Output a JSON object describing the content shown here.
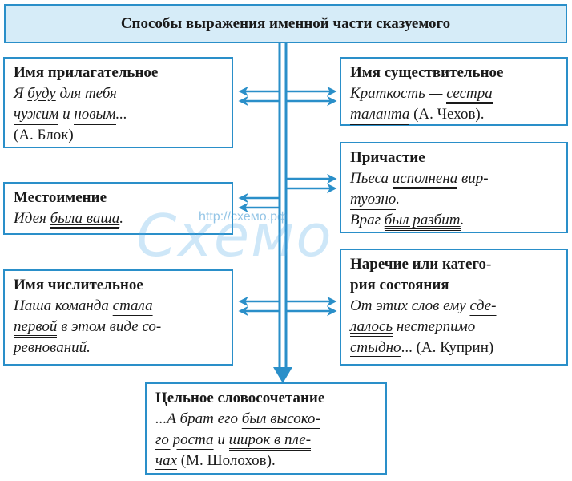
{
  "title": "Способы выражения именной части сказуемого",
  "watermark": {
    "text": "Схемо",
    "url": "http://схемо.рф"
  },
  "colors": {
    "border": "#2a8fc9",
    "header_fill": "#d6ecf8",
    "arrow": "#2a8fc9"
  },
  "boxes": {
    "adjective": {
      "heading": "Имя прилагательное",
      "l1a": "Я ",
      "l1b": "буду",
      "l1c": " для тебя",
      "l2a": "чужим",
      "l2b": " и ",
      "l2c": "новым",
      "l2d": "...",
      "l3": "(А. Блок)"
    },
    "pronoun": {
      "heading": "Местоимение",
      "l1a": "Идея ",
      "l1b": "была ваша",
      "l1c": "."
    },
    "numeral": {
      "heading": "Имя числительное",
      "l1a": "Наша команда ",
      "l1b": "стала",
      "l2a": "первой",
      "l2b": " в этом виде со-",
      "l3": "ревнований."
    },
    "noun": {
      "heading": "Имя существительное",
      "l1a": "Краткость — ",
      "l1b": "сестра",
      "l2a": "таланта",
      "l2b": " (А. Чехов)."
    },
    "participle": {
      "heading": "Причастие",
      "l1a": "Пьеса ",
      "l1b": "исполнена",
      "l1c": " вир-",
      "l2a": "туозно",
      "l2b": ".",
      "l3a": "Враг ",
      "l3b": "был разбит",
      "l3c": "."
    },
    "adverb": {
      "heading1": "Наречие или катего-",
      "heading2": "рия состояния",
      "l1a": "От этих слов ему ",
      "l1b": "сде-",
      "l2a": "лалось",
      "l2b": " нестерпимо",
      "l3a": "стыдно",
      "l3b": "... (А. Куприн)"
    },
    "phrase": {
      "heading": "Цельное словосочетание",
      "l1a": "...А брат его ",
      "l1b": "был высоко-",
      "l2a": "го роста",
      "l2b": " и ",
      "l2c": "широк в пле-",
      "l3a": "чах",
      "l3b": " (М. Шолохов)."
    }
  }
}
